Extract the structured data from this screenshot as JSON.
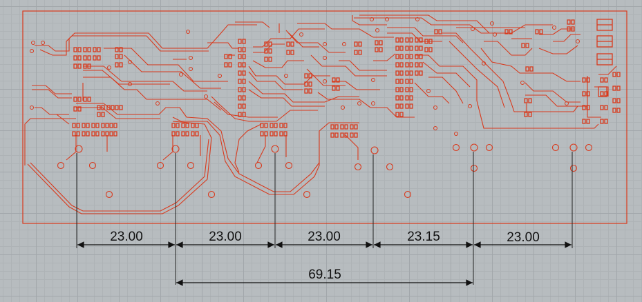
{
  "viewport": {
    "background": "#b7bcbf",
    "grid_color": "#a2a7ab",
    "trace_color": "#d9391c"
  },
  "dimensions": {
    "row1": [
      "23.00",
      "23.00",
      "23.00",
      "23.15",
      "23.00"
    ],
    "row2": [
      "69.15"
    ]
  }
}
